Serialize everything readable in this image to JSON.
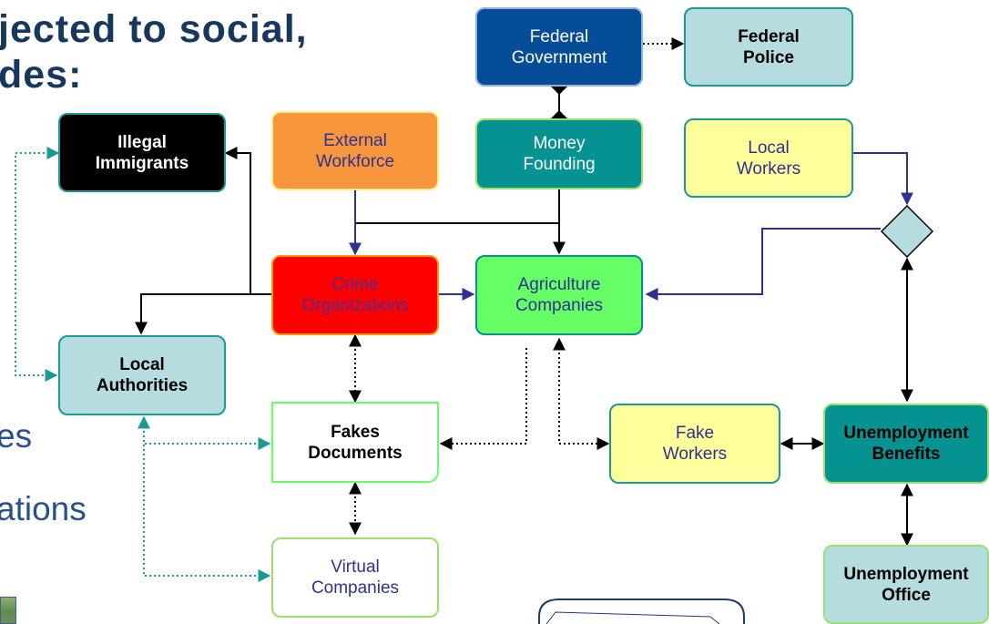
{
  "slide": {
    "title_line1": "jected to social,",
    "title_line2": "des:",
    "bullet_1": "es",
    "bullet_2": "ations"
  },
  "nodes": {
    "federal_government": "Federal\nGovernment",
    "federal_police": "Federal\nPolice",
    "illegal_immigrants": "Illegal\nImmigrants",
    "external_workforce": "External\nWorkforce",
    "money_founding": "Money\nFounding",
    "local_workers": "Local\nWorkers",
    "crime_organizations": "Crime\nOrganizations",
    "agriculture_companies": "Agriculture\nCompanies",
    "local_authorities": "Local\nAuthorities",
    "fakes_documents": "Fakes\nDocuments",
    "fake_workers": "Fake\nWorkers",
    "unemployment_benefits": "Unemployment\nBenefits",
    "virtual_companies": "Virtual\nCompanies",
    "unemployment_office": "Unemployment\nOffice"
  },
  "colors": {
    "federal_government": "#054d96",
    "federal_police": "#b5dde0",
    "illegal_immigrants": "#000000",
    "external_workforce": "#f7963c",
    "money_founding": "#059290",
    "local_workers": "#ffff9c",
    "crime_organizations": "#ff0000",
    "agriculture_companies": "#66ff66",
    "local_authorities": "#b5dde0",
    "fakes_documents": "#ffffff",
    "fake_workers": "#ffff9c",
    "unemployment_benefits": "#059290",
    "virtual_companies": "#ffffff",
    "unemployment_office": "#b5dde0",
    "arrow_black": "#000000",
    "arrow_blue": "#2e3192",
    "arrow_teal": "#1a9a93"
  }
}
